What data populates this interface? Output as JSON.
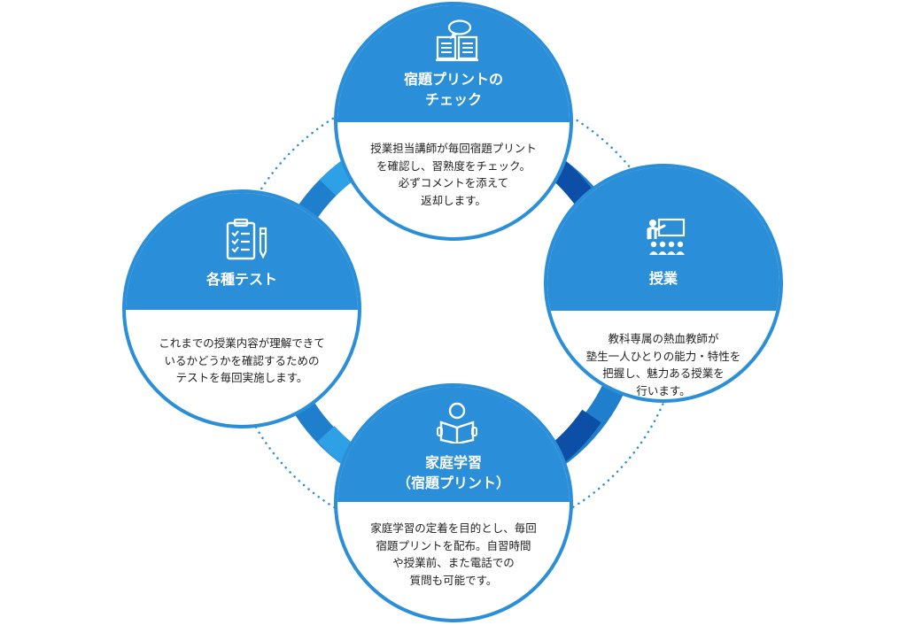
{
  "colors": {
    "primary": "#2a8fd8",
    "ring_light": "#2ea0e6",
    "ring_dark": "#0d4fa6",
    "dotted": "#2a8fd8",
    "text": "#222222"
  },
  "nodes": [
    {
      "id": "homework-check",
      "icon": "open-book-speech-icon",
      "title": "宿題プリントの\nチェック",
      "description": "授業担当講師が毎回宿題プリント\nを確認し、習熟度をチェック。\n必ずコメントを添えて\n返却します。"
    },
    {
      "id": "lesson",
      "icon": "teacher-classroom-icon",
      "title": "授業",
      "description": "教科専属の熱血教師が\n塾生一人ひとりの能力・特性を\n把握し、魅力ある授業を\n行います。"
    },
    {
      "id": "home-study",
      "icon": "person-reading-icon",
      "title": "家庭学習\n（宿題プリント）",
      "description": "家庭学習の定着を目的とし、毎回\n宿題プリントを配布。自習時間\nや授業前、また電話での\n質問も可能です。"
    },
    {
      "id": "tests",
      "icon": "clipboard-checklist-icon",
      "title": "各種テスト",
      "description": "これまでの授業内容が理解できて\nいるかどうかを確認するための\nテストを毎回実施します。"
    }
  ]
}
